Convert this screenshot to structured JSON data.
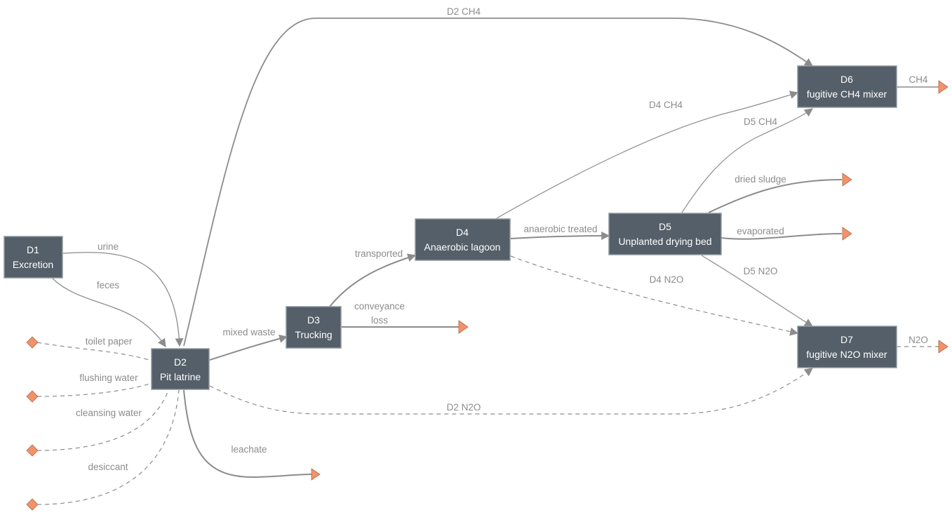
{
  "diagram": {
    "nodes": [
      {
        "id": "D1",
        "label": "Excretion"
      },
      {
        "id": "D2",
        "label": "Pit latrine"
      },
      {
        "id": "D3",
        "label": "Trucking"
      },
      {
        "id": "D4",
        "label": "Anaerobic lagoon"
      },
      {
        "id": "D5",
        "label": "Unplanted drying bed"
      },
      {
        "id": "D6",
        "label": "fugitive CH4 mixer"
      },
      {
        "id": "D7",
        "label": "fugitive N2O mixer"
      }
    ],
    "edges": {
      "urine": "urine",
      "feces": "feces",
      "toilet_paper": "toilet paper",
      "flushing_water": "flushing water",
      "cleansing_water": "cleansing water",
      "desiccant": "desiccant",
      "mixed_waste": "mixed waste",
      "leachate": "leachate",
      "d2_ch4": "D2 CH4",
      "d2_n2o": "D2 N2O",
      "transported": "transported",
      "conveyance_1": "conveyance",
      "conveyance_2": "loss",
      "anaerobic_treated": "anaerobic treated",
      "d4_ch4": "D4 CH4",
      "d4_n2o": "D4 N2O",
      "d5_ch4": "D5 CH4",
      "d5_n2o": "D5 N2O",
      "dried_sludge": "dried sludge",
      "evaporated": "evaporated",
      "ch4": "CH4",
      "n2o": "N2O"
    }
  }
}
